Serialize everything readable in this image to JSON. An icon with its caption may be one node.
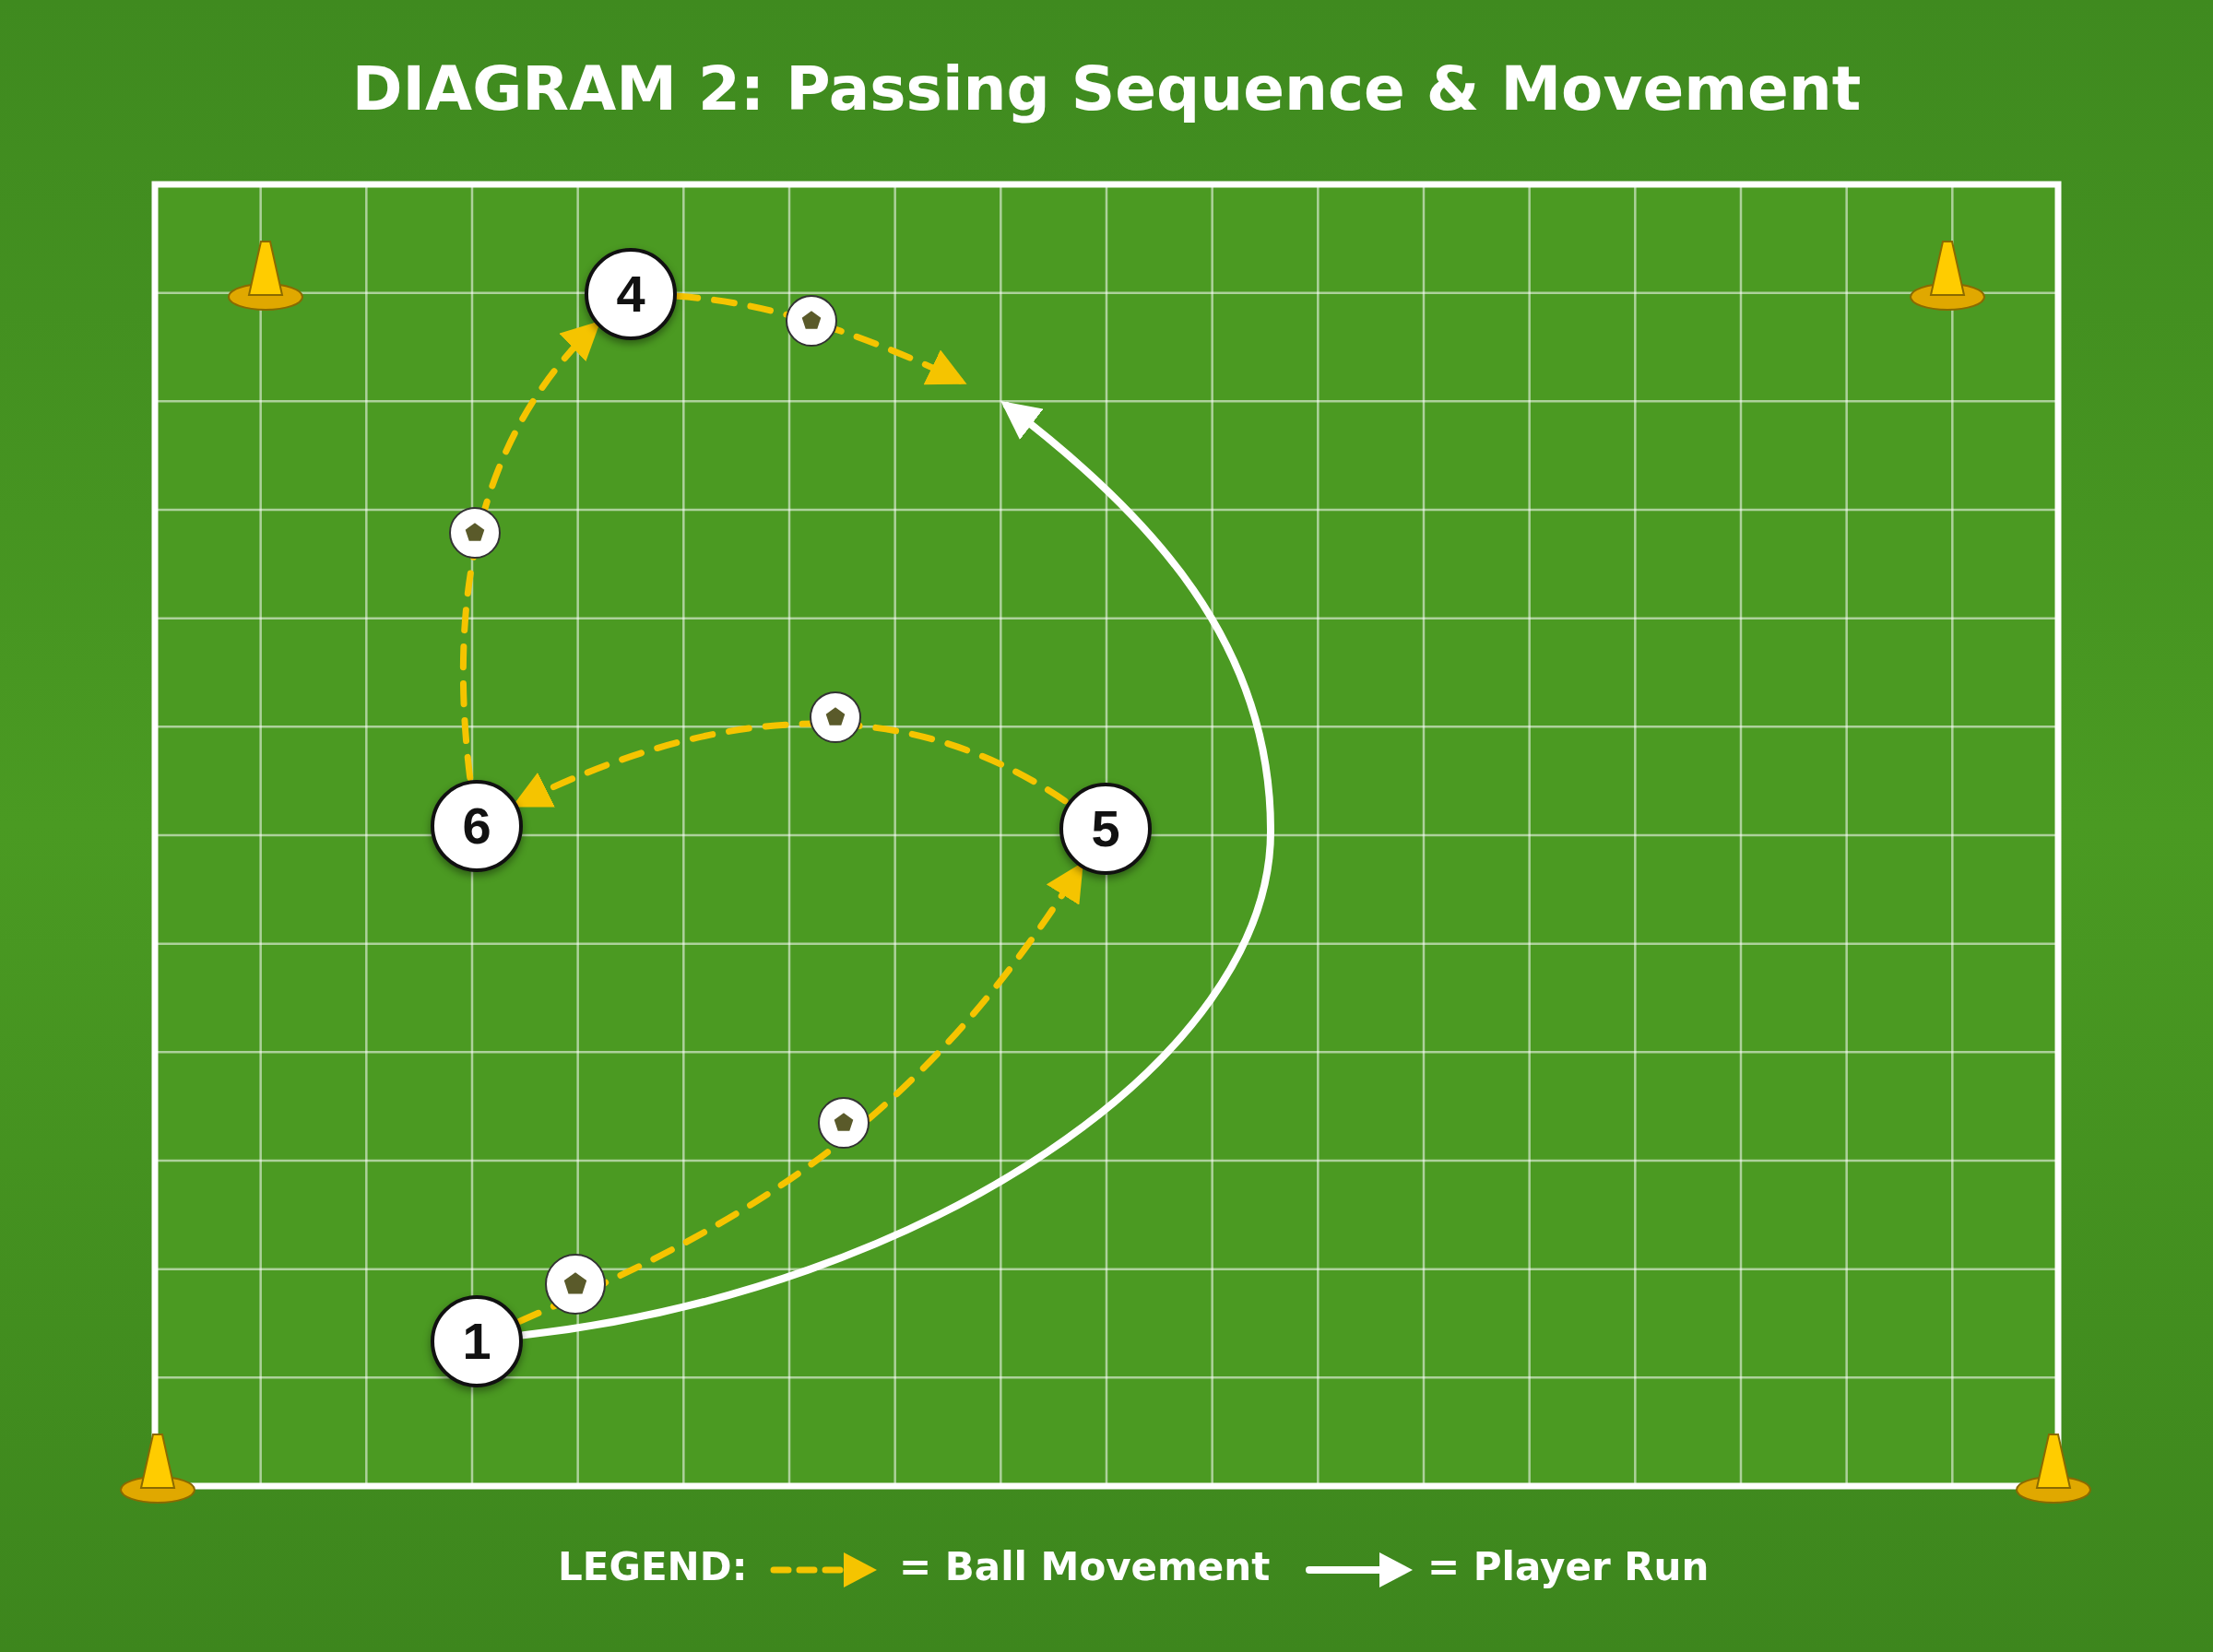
{
  "diagram": {
    "title": "DIAGRAM 2: Passing Sequence & Movement",
    "nodes": [
      {
        "text": [
          "1"
        ]
      },
      {
        "text": [
          "4"
        ]
      },
      {
        "text": [
          "5"
        ]
      },
      {
        "text": [
          "6"
        ]
      }
    ],
    "edges": [
      {
        "from": 0,
        "to": 2,
        "arrow": "to",
        "style": "dashed"
      },
      {
        "from": 2,
        "to": 3,
        "arrow": "to",
        "style": "dashed"
      },
      {
        "from": 3,
        "to": 1,
        "arrow": "to",
        "style": "dashed"
      },
      {
        "from": 1,
        "to": null,
        "arrow": "to",
        "style": "dashed"
      },
      {
        "from": 0,
        "to": null,
        "arrow": "to",
        "color": "#ffffff"
      }
    ],
    "labels": [
      "LEGEND:"
    ],
    "legend": [
      {
        "text": "= Ball Movement"
      },
      {
        "text": "= Player Run"
      }
    ]
  }
}
